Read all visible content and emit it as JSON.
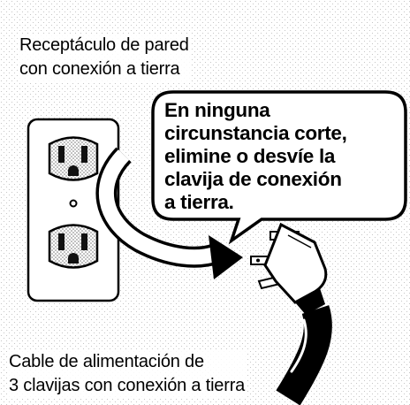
{
  "outlet_label": {
    "line1": "Receptáculo de pared",
    "line2": "con conexión a tierra"
  },
  "warning_callout": {
    "lines": [
      "En ninguna",
      "circunstancia corte,",
      "elimine o desvíe la",
      "clavija de conexión",
      "a tierra."
    ]
  },
  "cord_label": {
    "line1": "Cable de alimentación de",
    "line2": "3 clavijas con conexión a tierra"
  },
  "icons": [
    "wall-outlet-icon",
    "curved-arrow-icon",
    "three-prong-plug-icon",
    "power-cord-icon"
  ]
}
